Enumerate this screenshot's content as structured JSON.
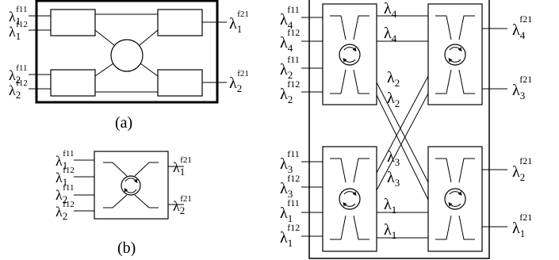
{
  "panel_a": {
    "caption": "(a)",
    "inputs": [
      {
        "base": "λ",
        "sub": "1",
        "sup": "f11"
      },
      {
        "base": "λ",
        "sub": "1",
        "sup": "f12"
      },
      {
        "base": "λ",
        "sub": "2",
        "sup": "f11"
      },
      {
        "base": "λ",
        "sub": "2",
        "sup": "f12"
      }
    ],
    "outputs": [
      {
        "base": "λ",
        "sub": "1",
        "sup": "f21"
      },
      {
        "base": "λ",
        "sub": "2",
        "sup": "f21"
      }
    ]
  },
  "panel_b": {
    "caption": "(b)",
    "inputs": [
      {
        "base": "λ",
        "sub": "1",
        "sup": "f11"
      },
      {
        "base": "λ",
        "sub": "1",
        "sup": "f12"
      },
      {
        "base": "λ",
        "sub": "2",
        "sup": "f11"
      },
      {
        "base": "λ",
        "sub": "2",
        "sup": "f12"
      }
    ],
    "outputs": [
      {
        "base": "λ",
        "sub": "1",
        "sup": "f21"
      },
      {
        "base": "λ",
        "sub": "2",
        "sup": "f21"
      }
    ]
  },
  "panel_c": {
    "inputs": [
      {
        "base": "λ",
        "sub": "4",
        "sup": "f11"
      },
      {
        "base": "λ",
        "sub": "4",
        "sup": "f12"
      },
      {
        "base": "λ",
        "sub": "2",
        "sup": "f11"
      },
      {
        "base": "λ",
        "sub": "2",
        "sup": "f12"
      },
      {
        "base": "λ",
        "sub": "3",
        "sup": "f11"
      },
      {
        "base": "λ",
        "sub": "3",
        "sup": "f12"
      },
      {
        "base": "λ",
        "sub": "1",
        "sup": "f11"
      },
      {
        "base": "λ",
        "sub": "1",
        "sup": "f12"
      }
    ],
    "outputs": [
      {
        "base": "λ",
        "sub": "4",
        "sup": "f21"
      },
      {
        "base": "λ",
        "sub": "3",
        "sup": "f21"
      },
      {
        "base": "λ",
        "sub": "2",
        "sup": "f21"
      },
      {
        "base": "λ",
        "sub": "1",
        "sup": "f21"
      }
    ],
    "links": [
      {
        "base": "λ",
        "sub": "4"
      },
      {
        "base": "λ",
        "sub": "4"
      },
      {
        "base": "λ",
        "sub": "2"
      },
      {
        "base": "λ",
        "sub": "2"
      },
      {
        "base": "λ",
        "sub": "3"
      },
      {
        "base": "λ",
        "sub": "3"
      },
      {
        "base": "λ",
        "sub": "1"
      },
      {
        "base": "λ",
        "sub": "1"
      }
    ]
  }
}
